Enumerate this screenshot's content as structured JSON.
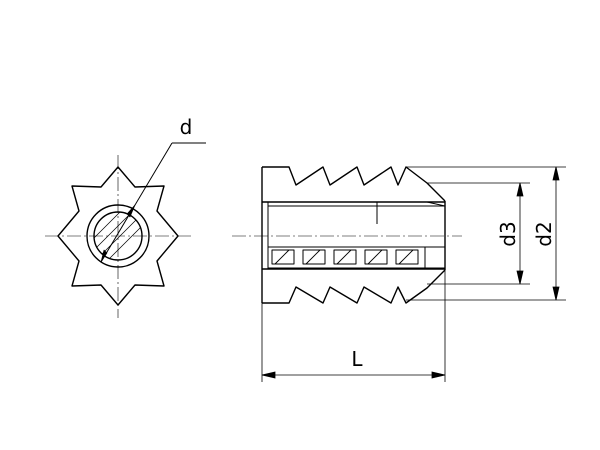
{
  "labels": {
    "d": "d",
    "d2": "d2",
    "d3": "d3",
    "L": "L"
  }
}
